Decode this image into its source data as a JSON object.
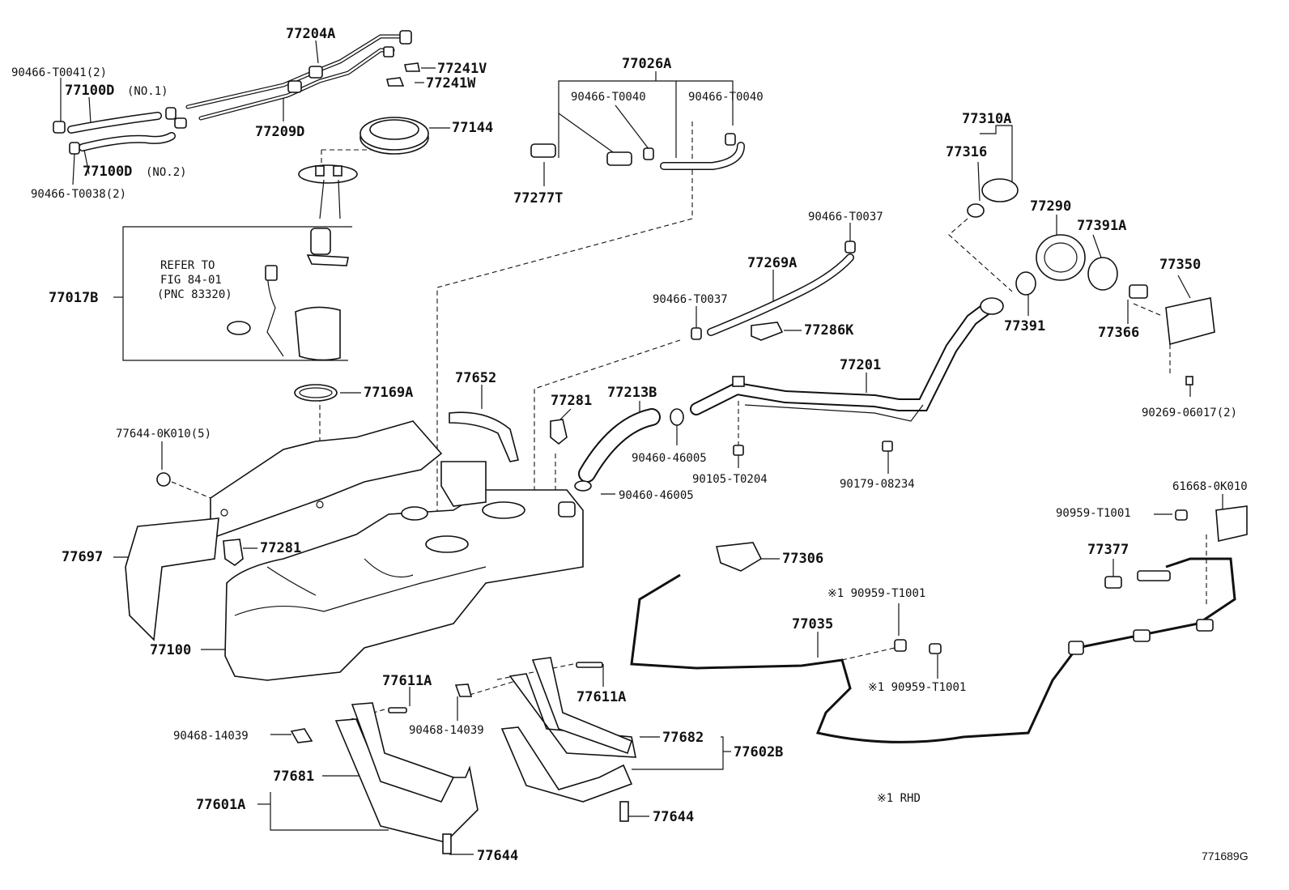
{
  "diagram_code": "771689G",
  "note": "※1 RHD",
  "labels": {
    "p77204A": "77204A",
    "p90466_T0041": "90466-T0041(2)",
    "p77100D_1": "77100D",
    "p77100D_1_sfx": "(NO.1)",
    "p77209D": "77209D",
    "p77241V": "77241V",
    "p77241W": "77241W",
    "p77144": "77144",
    "p77100D_2": "77100D",
    "p77100D_2_sfx": "(NO.2)",
    "p90466_T0038": "90466-T0038(2)",
    "p77026A": "77026A",
    "p90466_T0040a": "90466-T0040",
    "p90466_T0040b": "90466-T0040",
    "p77277T": "77277T",
    "p77310A": "77310A",
    "p77316": "77316",
    "p77290": "77290",
    "p77391A": "77391A",
    "p77350": "77350",
    "p77366": "77366",
    "p77391": "77391",
    "p90269_06017": "90269-06017(2)",
    "p90466_T0037a": "90466-T0037",
    "p77269A": "77269A",
    "p90466_T0037b": "90466-T0037",
    "p77286K": "77286K",
    "p77017B": "77017B",
    "refer1": "REFER TO",
    "refer2": "FIG 84-01",
    "refer3": "(PNC 83320)",
    "p77169A": "77169A",
    "p77652": "77652",
    "p77281a": "77281",
    "p77213B": "77213B",
    "p77201": "77201",
    "p90460_46005a": "90460-46005",
    "p90105_T0204": "90105-T0204",
    "p90179_08234": "90179-08234",
    "p90460_46005b": "90460-46005",
    "p77644_0K010": "77644-0K010(5)",
    "p61668_0K010": "61668-0K010",
    "p90959_T1001a": "90959-T1001",
    "p77697": "77697",
    "p77281b": "77281",
    "p77306": "77306",
    "p77377": "77377",
    "p90959_T1001b": "※1 90959-T1001",
    "p77035": "77035",
    "p77100": "77100",
    "p77611A_a": "77611A",
    "p77611A_b": "77611A",
    "p90959_T1001c": "※1 90959-T1001",
    "p90468_14039a": "90468-14039",
    "p90468_14039b": "90468-14039",
    "p77682": "77682",
    "p77602B": "77602B",
    "p77681": "77681",
    "p77601A": "77601A",
    "p77644a": "77644",
    "p77644b": "77644"
  }
}
